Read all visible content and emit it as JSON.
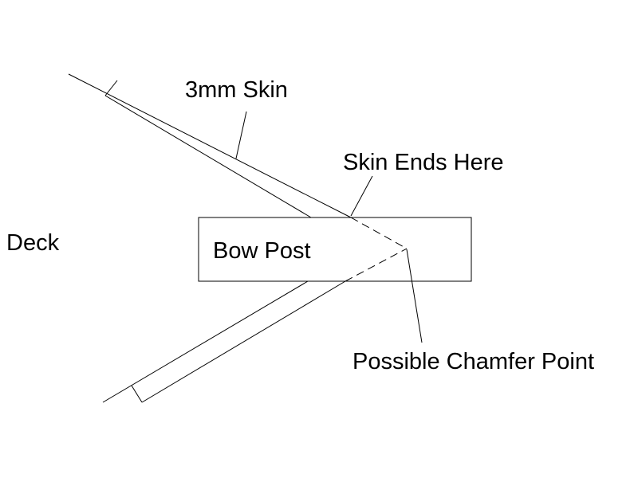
{
  "labels": {
    "deck": "Deck",
    "skin": "3mm Skin",
    "skin_ends": "Skin Ends Here",
    "bow_post": "Bow Post",
    "chamfer": "Possible Chamfer Point"
  },
  "colors": {
    "line": "#000000",
    "background": "#ffffff"
  }
}
